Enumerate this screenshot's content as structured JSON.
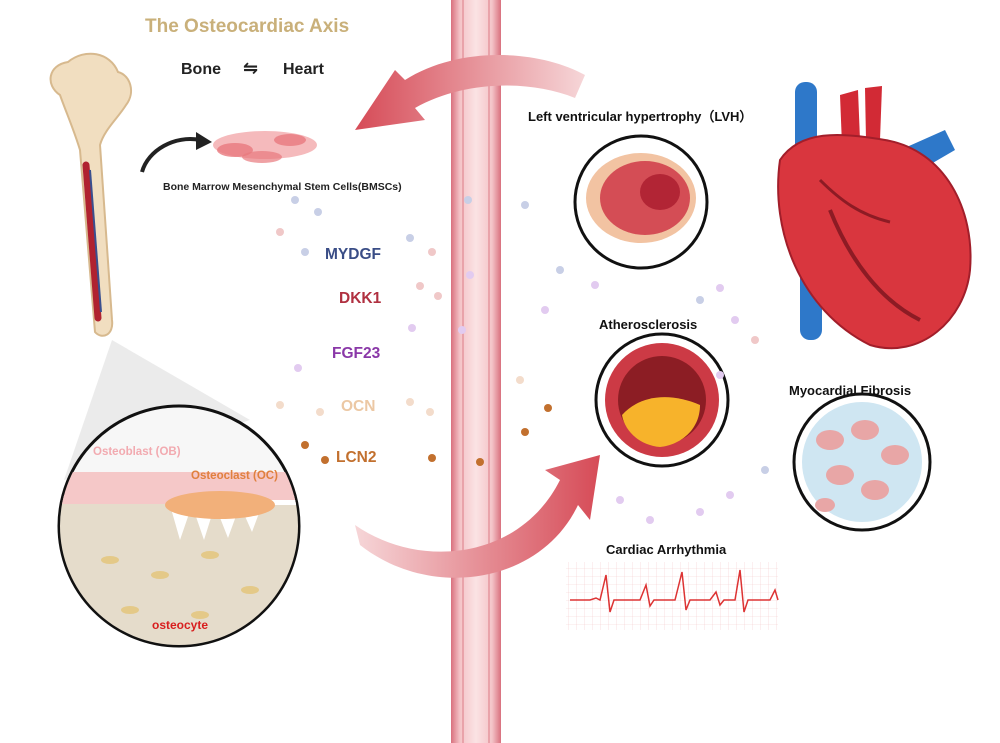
{
  "title": "The Osteocardiac Axis",
  "subtitle": {
    "left": "Bone",
    "arrow": "⇋",
    "right": "Heart"
  },
  "bmsc_label": "Bone Marrow Mesenchymal Stem Cells(BMSCs)",
  "factors": {
    "mydgf": "MYDGF",
    "dkk1": "DKK1",
    "fgf23": "FGF23",
    "ocn": "OCN",
    "lcn2": "LCN2"
  },
  "conditions": {
    "lvh": "Left ventricular hypertrophy（LVH）",
    "atherosclerosis": "Atherosclerosis",
    "fibrosis": "Myocardial Fibrosis",
    "arrhythmia": "Cardiac Arrhythmia"
  },
  "bone_cells": {
    "osteoblast": "Osteoblast (OB)",
    "osteoclast": "Osteoclast (OC)",
    "osteocyte": "osteocyte"
  },
  "colors": {
    "title": "#c9b07a",
    "mydgf": "#3a4d86",
    "dkk1": "#b03040",
    "fgf23": "#8a38a8",
    "ocn": "#ecc8a4",
    "lcn2": "#c2702e",
    "vessel": "#e58f9a",
    "flow_arrow": "#d9535f"
  }
}
